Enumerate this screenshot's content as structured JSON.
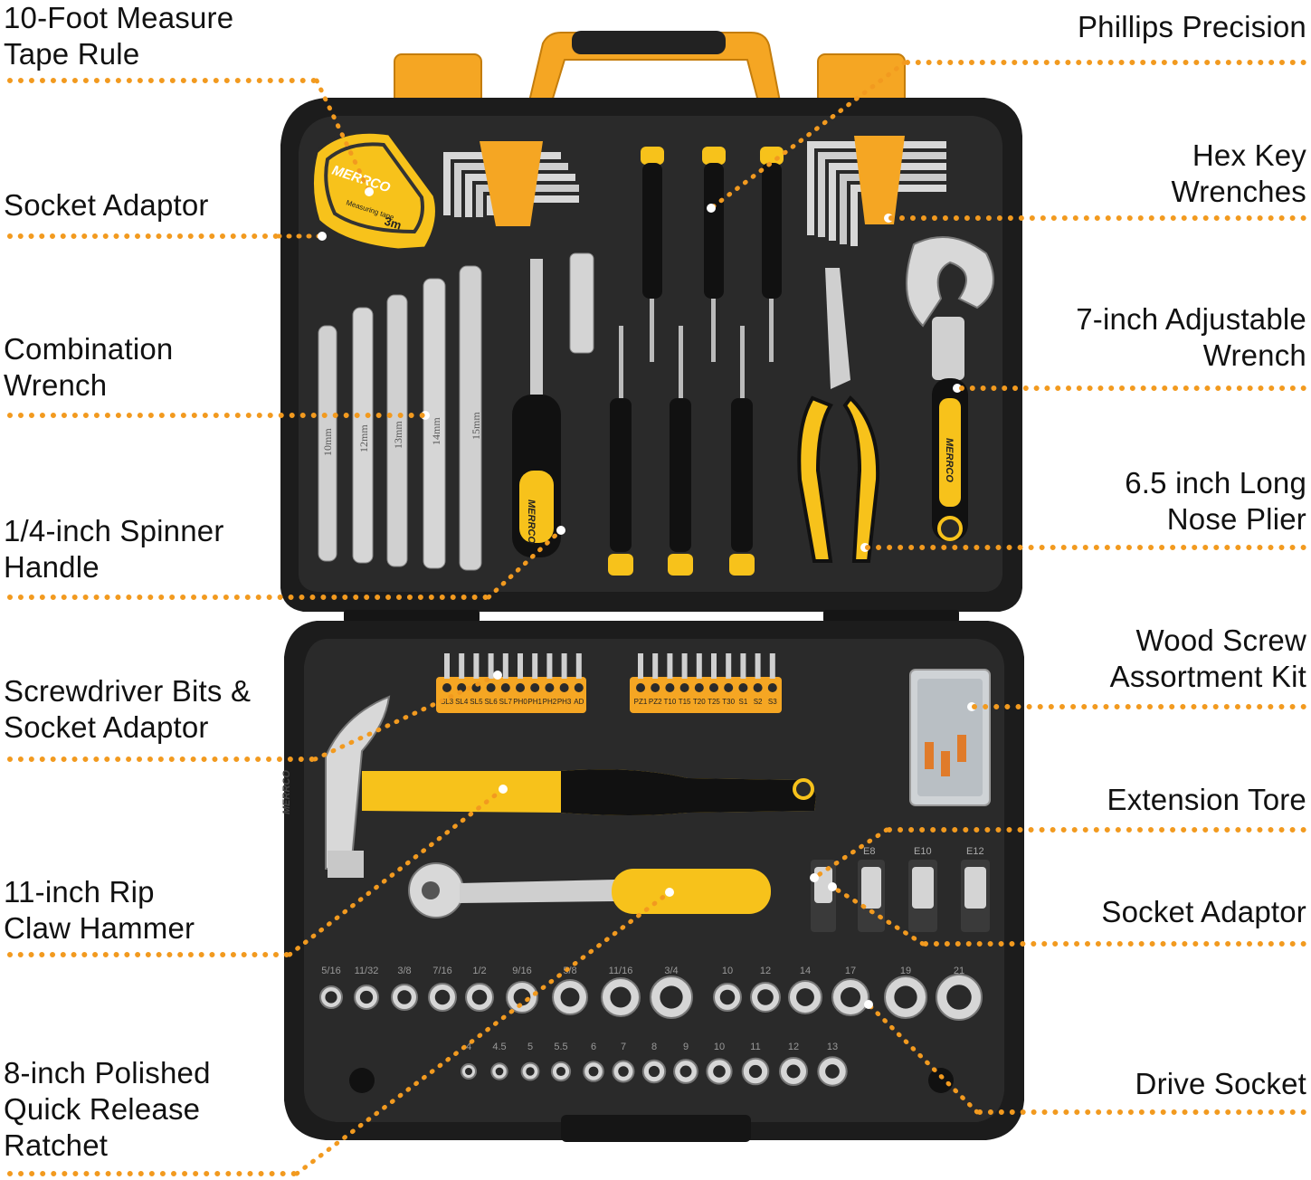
{
  "palette": {
    "case": "#1a1a1a",
    "case_inner": "#2b2b2b",
    "accent": "#f5a623",
    "yellow": "#f7c21b",
    "metal": "#d8d8d8",
    "leader": "#f29a1f"
  },
  "brand": "MERRCO",
  "labels_left": [
    {
      "id": "tape-rule",
      "text": "10-Foot Measure\nTape Rule"
    },
    {
      "id": "socket-adaptor-top",
      "text": "Socket Adaptor"
    },
    {
      "id": "combination-wrench",
      "text": "Combination\nWrench"
    },
    {
      "id": "spinner-handle",
      "text": "1/4-inch Spinner\nHandle"
    },
    {
      "id": "bits-adaptor",
      "text": "Screwdriver Bits &\nSocket Adaptor"
    },
    {
      "id": "claw-hammer",
      "text": "11-inch Rip\nClaw Hammer"
    },
    {
      "id": "ratchet",
      "text": "8-inch Polished\nQuick  Release\nRatchet"
    }
  ],
  "labels_right": [
    {
      "id": "phillips",
      "text": "Phillips Precision"
    },
    {
      "id": "hex-keys",
      "text": "Hex Key\nWrenches"
    },
    {
      "id": "adjustable-wrench",
      "text": "7-inch Adjustable\nWrench"
    },
    {
      "id": "nose-plier",
      "text": "6.5 inch Long\nNose Plier"
    },
    {
      "id": "wood-screw",
      "text": "Wood Screw\nAssortment Kit"
    },
    {
      "id": "extension",
      "text": "Extension Tore"
    },
    {
      "id": "socket-adaptor-right",
      "text": "Socket Adaptor"
    },
    {
      "id": "drive-socket",
      "text": "Drive Socket"
    }
  ],
  "tape": {
    "brand": "MERRCO",
    "sub": "Measuring tape",
    "size": "3m"
  },
  "wrench_sizes": [
    "10mm",
    "12mm",
    "13mm",
    "14mm",
    "15mm"
  ],
  "bits_left": [
    "SL3",
    "SL4",
    "SL5",
    "SL6",
    "SL7",
    "PH0",
    "PH1",
    "PH2",
    "PH3",
    "AD"
  ],
  "bits_right": [
    "PZ1",
    "PZ2",
    "T10",
    "T15",
    "T20",
    "T25",
    "T30",
    "S1",
    "S2",
    "S3"
  ],
  "adaptor_labels": [
    "E8",
    "E10",
    "E12"
  ],
  "large_sockets_top": [
    "5/16",
    "11/32",
    "3/8",
    "7/16",
    "1/2",
    "9/16",
    "5/8",
    "11/16",
    "3/4",
    "10",
    "12",
    "14",
    "17",
    "19",
    "21"
  ],
  "small_sockets": [
    "4",
    "4.5",
    "5",
    "5.5",
    "6",
    "7",
    "8",
    "9",
    "10",
    "11",
    "12",
    "13"
  ]
}
